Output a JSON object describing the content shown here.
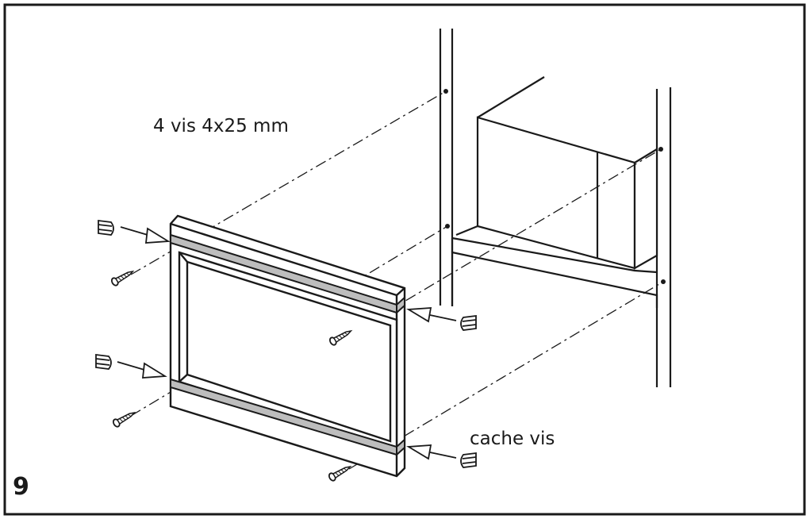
{
  "figure": {
    "screws_label": "4 vis 4x25 mm",
    "cover_label": "cache vis",
    "figure_number": "9"
  },
  "colors": {
    "line": "#1a1a1a",
    "strip": "#bdbdbd",
    "background": "#ffffff"
  },
  "icons": [
    "screw-icon",
    "screw-cap-icon",
    "arrow-icon"
  ]
}
